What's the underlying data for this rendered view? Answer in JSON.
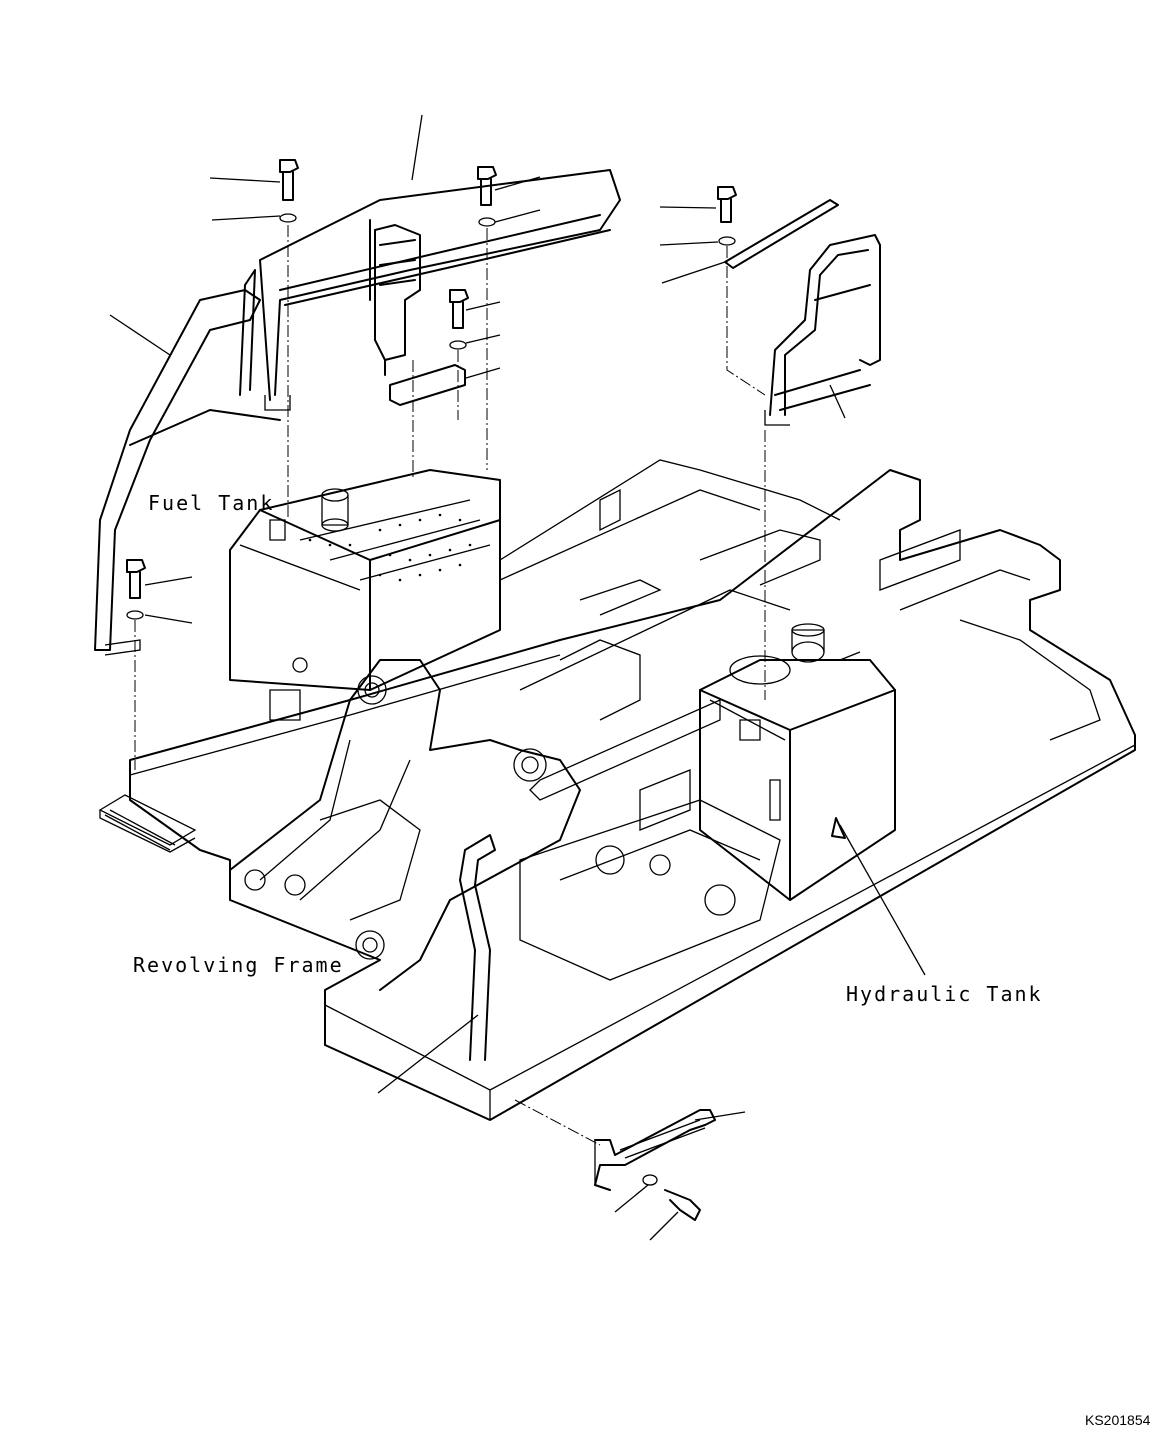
{
  "labels": {
    "fuel_tank": "Fuel Tank",
    "revolving_frame": "Revolving Frame",
    "hydraulic_tank": "Hydraulic Tank"
  },
  "drawing_code": "KS201854"
}
